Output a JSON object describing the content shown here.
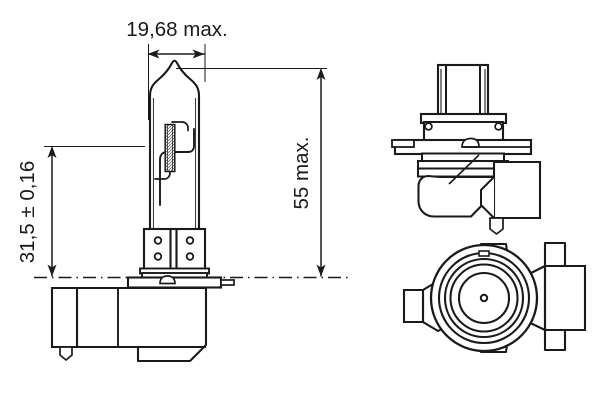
{
  "drawing": {
    "title": "Halogen bulb dimensional drawing",
    "subject": "automotive-halogen-bulb",
    "line_color": "#1a1a1a",
    "fill_color": "#ffffff",
    "background_color": "#ffffff",
    "units": "mm"
  },
  "dimensions": {
    "width_max": {
      "label": "19,68 max.",
      "value": 19.68,
      "qualifier": "max.",
      "orientation": "horizontal",
      "feature": "bulb-glass-envelope-diameter"
    },
    "height_max": {
      "label": "55 max.",
      "value": 55,
      "qualifier": "max.",
      "orientation": "vertical",
      "feature": "overall-height-from-reference-plane"
    },
    "filament_position": {
      "label": "31,5 ± 0,16",
      "value": 31.5,
      "tolerance": 0.16,
      "orientation": "vertical",
      "feature": "light-centre-length-from-reference-plane"
    }
  },
  "views": {
    "front": {
      "name": "front-elevation-view",
      "parts": [
        "glass-envelope",
        "filament",
        "lead-wires",
        "metal-base-block",
        "base-holes",
        "reference-flange",
        "connector-housing"
      ]
    },
    "side": {
      "name": "side-elevation-view",
      "parts": [
        "glass-stem",
        "reference-flange",
        "locking-tabs",
        "connector-housing"
      ]
    },
    "base": {
      "name": "base-end-view",
      "parts": [
        "concentric-rings",
        "centre-pin",
        "locating-tabs",
        "connector-housing"
      ]
    }
  },
  "centerline": {
    "name": "reference-plane-centerline",
    "style": "dash-dot"
  }
}
